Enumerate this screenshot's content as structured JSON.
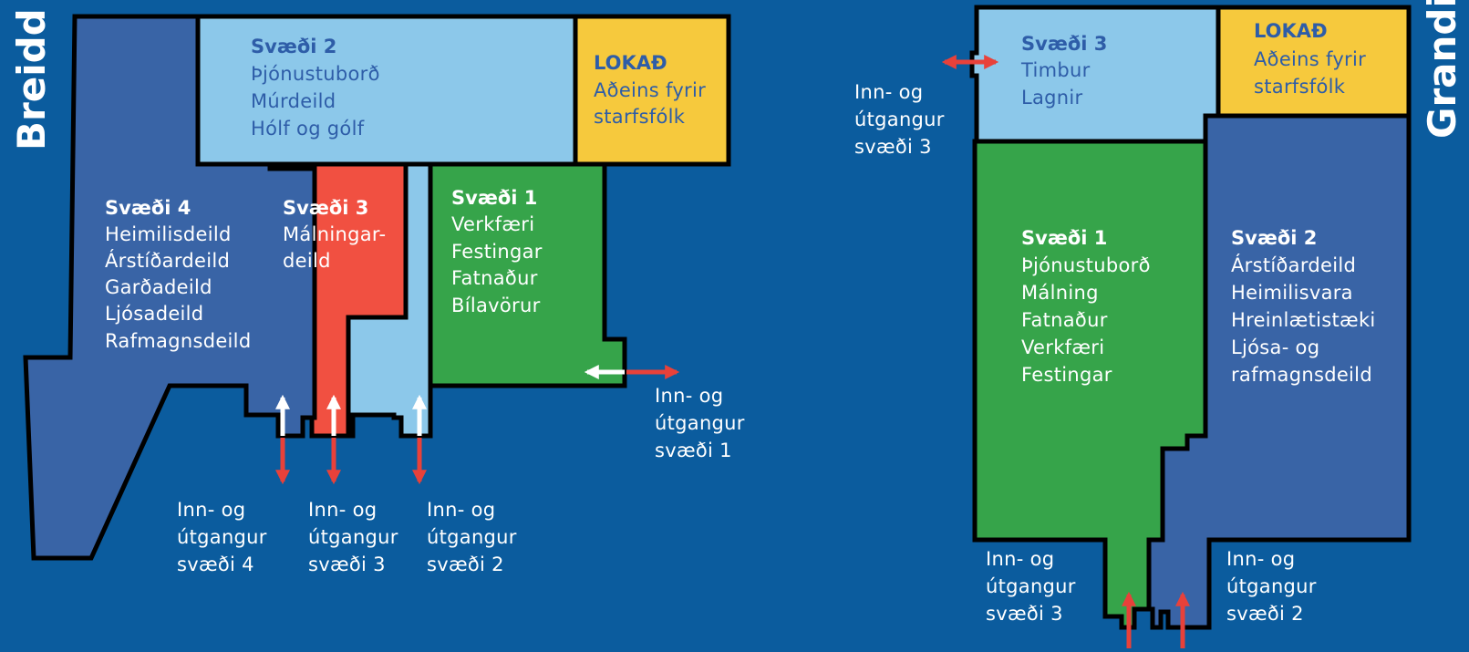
{
  "colors": {
    "background": "#0b5c9e",
    "zone_dark_blue": "#3964a6",
    "zone_light_blue": "#8cc8ea",
    "zone_green": "#36a44a",
    "zone_red": "#f15041",
    "zone_yellow": "#f6c93d",
    "outline": "#000000",
    "arrow_red": "#e8413a",
    "arrow_white": "#ffffff",
    "text_white": "#ffffff",
    "text_blue": "#2e5da8"
  },
  "breidd": {
    "store_name": "Breidd",
    "zones": [
      {
        "title": "Svæði 4",
        "items": [
          "Heimilisdeild",
          "Árstíðardeild",
          "Garðadeild",
          "Ljósadeild",
          "Rafmagnsdeild"
        ]
      },
      {
        "title": "Svæði 2",
        "items": [
          "Þjónustuborð",
          "Múrdeild",
          "Hólf og gólf"
        ]
      },
      {
        "title": "LOKAÐ",
        "items": [
          "Aðeins fyrir",
          "starfsfólk"
        ]
      },
      {
        "title": "Svæði 3",
        "items": [
          "Málningar-",
          "deild"
        ]
      },
      {
        "title": "Svæði 1",
        "items": [
          "Verkfæri",
          "Festingar",
          "Fatnaður",
          "Bílavörur"
        ]
      }
    ],
    "entrances": [
      {
        "lines": [
          "Inn- og",
          "útgangur",
          "svæði 4"
        ]
      },
      {
        "lines": [
          "Inn- og",
          "útgangur",
          "svæði 3"
        ]
      },
      {
        "lines": [
          "Inn- og",
          "útgangur",
          "svæði 2"
        ]
      },
      {
        "lines": [
          "Inn- og",
          "útgangur",
          "svæði 1"
        ]
      }
    ]
  },
  "grandi": {
    "store_name": "Grandi",
    "zones": [
      {
        "title": "Svæði 3",
        "items": [
          "Timbur",
          "Lagnir"
        ]
      },
      {
        "title": "LOKAÐ",
        "items": [
          "Aðeins fyrir",
          "starfsfólk"
        ]
      },
      {
        "title": "Svæði 1",
        "items": [
          "Þjónustuborð",
          "Málning",
          "Fatnaður",
          "Verkfæri",
          "Festingar"
        ]
      },
      {
        "title": "Svæði 2",
        "items": [
          "Árstíðardeild",
          "Heimilisvara",
          "Hreinlætistæki",
          "Ljósa- og",
          "rafmagnsdeild"
        ]
      }
    ],
    "entrances": [
      {
        "lines": [
          "Inn- og",
          "útgangur",
          "svæði 3"
        ]
      },
      {
        "lines": [
          "Inn- og",
          "útgangur",
          "svæði 3"
        ]
      },
      {
        "lines": [
          "Inn- og",
          "útgangur",
          "svæði 2"
        ]
      }
    ]
  }
}
